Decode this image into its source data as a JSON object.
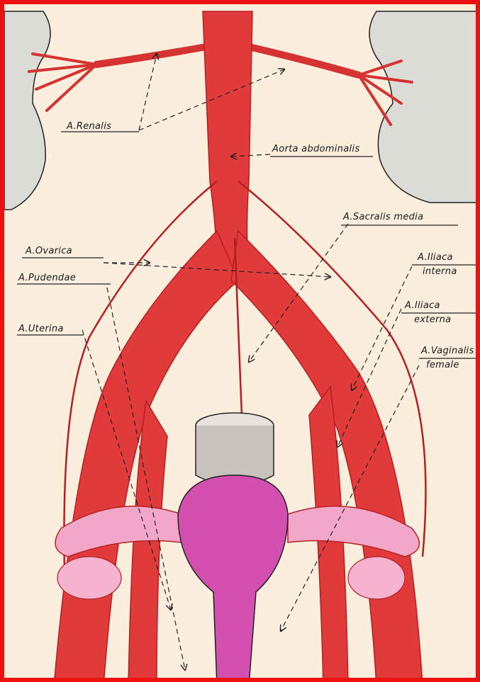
{
  "colors": {
    "border": "#ee1111",
    "paper": "#fbeedd",
    "artery": "#e03a3a",
    "artery_dark": "#b51f24",
    "uterus": "#d34fb0",
    "ovary": "#f2a7c9",
    "kidney": "#dcdcd6",
    "rectum": "#c9c3bd"
  },
  "labels": {
    "renalis": "A.Renalis",
    "aorta": "Aorta abdominalis",
    "sacralis": "A.Sacralis media",
    "ovarica": "A.Ovarica",
    "iliaca_interna_1": "A.Iliaca",
    "iliaca_interna_2": "interna",
    "iliaca_externa_1": "A.Iliaca",
    "iliaca_externa_2": "externa",
    "pudendae": "A.Pudendae",
    "uterina": "A.Uterina",
    "vaginalis_1": "A.Vaginalis",
    "vaginalis_2": "female"
  }
}
